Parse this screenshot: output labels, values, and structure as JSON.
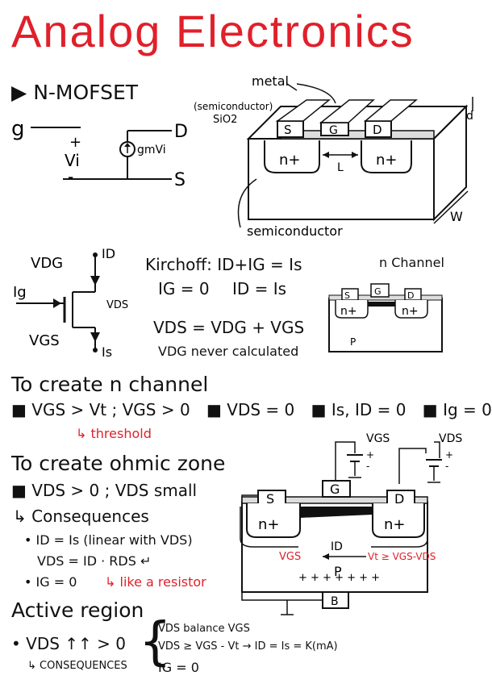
{
  "title": "Analog Electronics",
  "section1": {
    "heading": "N-MOFSET",
    "circuit": {
      "g": "g",
      "d": "D",
      "s": "S",
      "plus": "+",
      "minus": "-",
      "vi": "Vi",
      "source_label": "gmVi"
    },
    "device": {
      "metal": "metal",
      "semiconductor_note": "(semiconductor)",
      "oxide": "SiO2",
      "s": "S",
      "g": "G",
      "d": "D",
      "n1": "n+",
      "n2": "n+",
      "l": "L",
      "d_thick": "d",
      "w": "W",
      "substrate": "semiconductor"
    }
  },
  "section2": {
    "vdg": "VDG",
    "id": "ID",
    "ig": "Ig",
    "vds": "VDS",
    "vgs": "VGS",
    "is": "Is",
    "kirchhoff": "Kirchoff: ID+IG = Is",
    "eq1": "IG = 0",
    "eq2": "ID = Is",
    "eq3": "VDS = VDG + VGS",
    "eq4": "VDG never calculated",
    "n_channel": "n Channel",
    "mini": {
      "s": "S",
      "g": "G",
      "d": "D",
      "n1": "n+",
      "n2": "n+",
      "p": "P"
    }
  },
  "section3": {
    "heading": "To create n channel",
    "items": [
      "VGS > Vt ; VGS > 0",
      "VDS = 0",
      "Is, ID = 0",
      "Ig = 0"
    ],
    "note": "threshold"
  },
  "section4": {
    "heading": "To create ohmic zone",
    "condition": "VDS > 0 ; VDS small",
    "consequences": "Consequences",
    "b1": "ID = Is (linear with VDS)",
    "b1b": "VDS = ID · RDS",
    "b2": "IG = 0",
    "resistor_note": "like a resistor"
  },
  "section5": {
    "heading": "Active region",
    "condition": "VDS ↑↑ > 0",
    "consequences": "CONSEQUENCES",
    "c1": "VDS balance VGS",
    "c2": "VDS ≥ VGS - Vt → ID = Is = K(mA)",
    "c3": "IG = 0"
  },
  "big_diagram": {
    "vgs": "VGS",
    "vds": "VDS",
    "plus": "+",
    "minus": "-",
    "s": "S",
    "g": "G",
    "d": "D",
    "n1": "n+",
    "n2": "n+",
    "id": "ID",
    "vgs_left": "VGS",
    "vt_cond": "Vt ≥ VGS-VDS",
    "p": "P",
    "b": "B"
  }
}
